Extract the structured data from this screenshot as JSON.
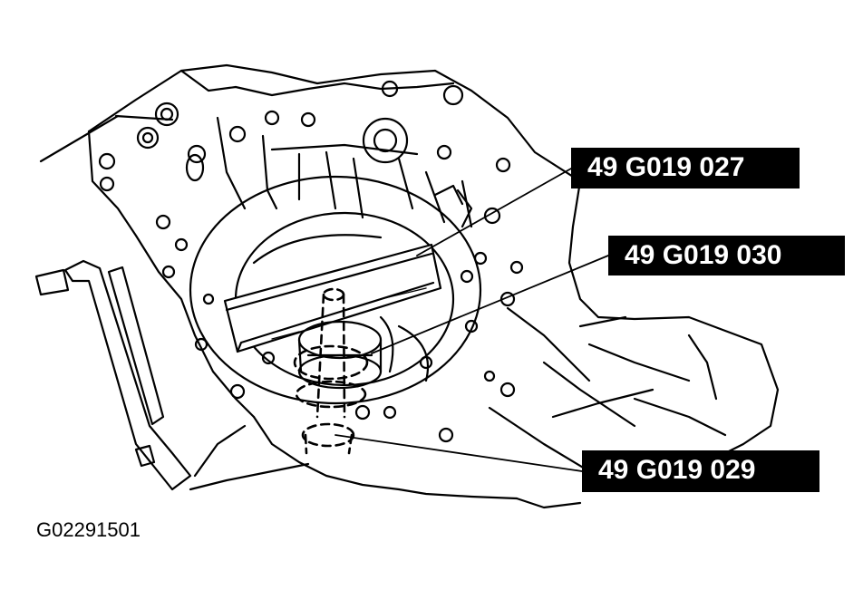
{
  "callouts": {
    "tool_027": "49 G019 027",
    "tool_030": "49 G019 030",
    "tool_029": "49 G019 029"
  },
  "figure_code": "G02291501",
  "colors": {
    "ink": "#000000",
    "paper": "#ffffff",
    "label_bg": "#000000",
    "label_text": "#ffffff"
  }
}
